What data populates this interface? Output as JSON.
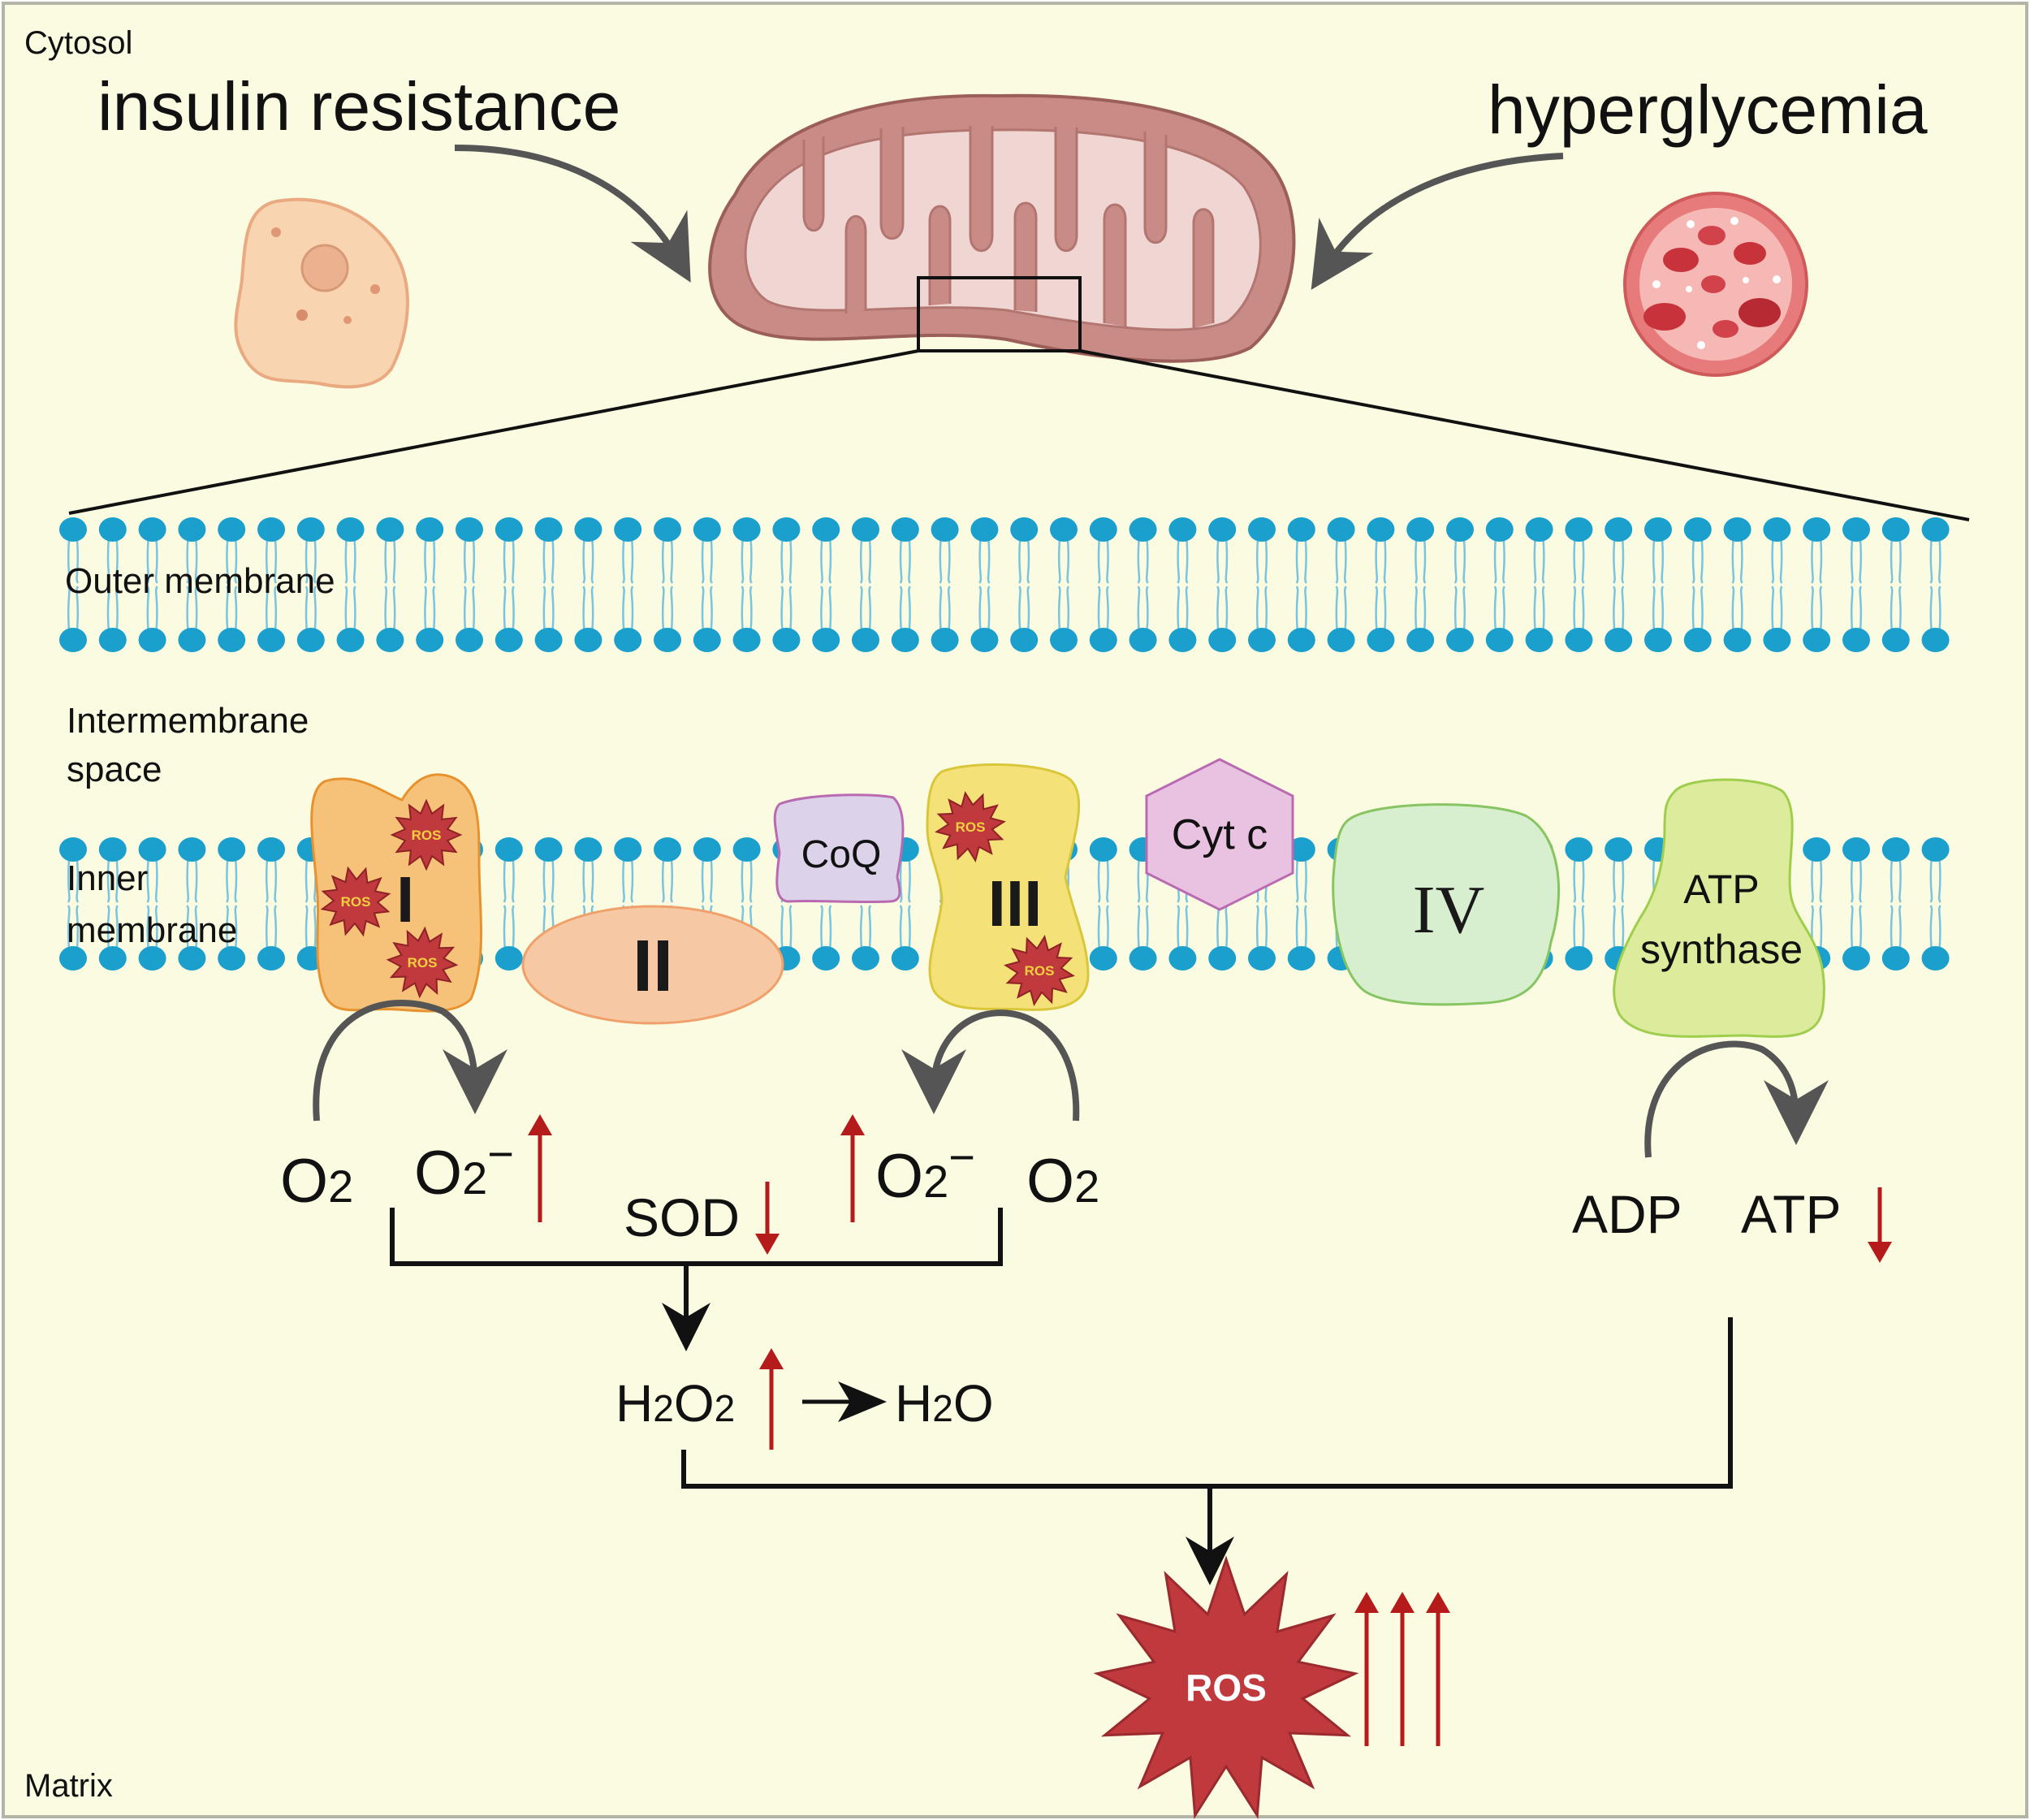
{
  "labels": {
    "cytosol": "Cytosol",
    "insulin_resistance": "insulin resistance",
    "hyperglycemia": "hyperglycemia",
    "outer_membrane": "Outer membrane",
    "intermembrane_line1": "Intermembrane",
    "intermembrane_line2": "space",
    "inner_line1": "Inner",
    "inner_line2": "membrane",
    "matrix": "Matrix"
  },
  "complexes": {
    "c1": "I",
    "c2": "II",
    "c3": "III",
    "c4": "IV",
    "coq": "CoQ",
    "cytc": "Cyt c",
    "atp_line1": "ATP",
    "atp_line2": "synthase"
  },
  "ros_label": "ROS",
  "species": {
    "o2_left": "O",
    "o2_left_sub": "2",
    "o2m_left": "O",
    "o2m_left_sub": "2",
    "o2m_left_sup": "−",
    "sod": "SOD",
    "o2m_right": "O",
    "o2m_right_sub": "2",
    "o2m_right_sup": "−",
    "o2_right": "O",
    "o2_right_sub": "2",
    "adp": "ADP",
    "atp": "ATP",
    "h2o2_h": "H",
    "h2o2_2a": "2",
    "h2o2_o": "O",
    "h2o2_2b": "2",
    "h2o_h": "H",
    "h2o_2": "2",
    "h2o_o": "O"
  },
  "colors": {
    "background": "#fbfbe1",
    "border": "#b5b5a5",
    "membrane_head": "#1b9fcd",
    "membrane_tail": "#79c4df",
    "up_down_arrow": "#b51b1b",
    "ros_star": "#c0393d",
    "complex_I": "#f6c27a",
    "complex_II": "#f6c8a4",
    "complex_III": "#f4e278",
    "complex_IV": "#d8efcf",
    "coq": "#dcd3ea",
    "cyt_c": "#e9c2e1",
    "atp_synthase": "#dcec9c",
    "mitochondrion_outer": "#c98b86",
    "mitochondrion_inner": "#f0d6d2"
  }
}
